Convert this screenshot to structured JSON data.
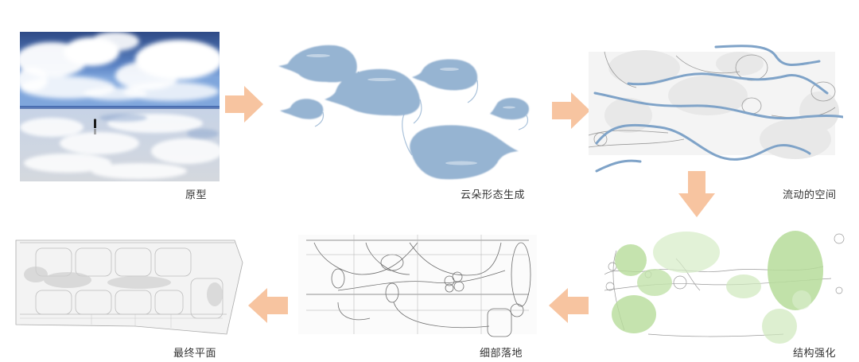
{
  "diagram": {
    "type": "process-flow",
    "colors": {
      "arrow": "#f7c4a0",
      "cloud_blue": "#96b4d2",
      "flow_line": "#7fa3c8",
      "green_fill": "#b6dc9a",
      "sketch_line": "#8a8a8a",
      "label_text": "#333333"
    },
    "steps": [
      {
        "id": "prototype",
        "label": "原型",
        "content": "photo of sky reflected on salt flat with lone walker"
      },
      {
        "id": "cloud-form",
        "label": "云朵形态生成",
        "content": "blue brush-stroke cloud shapes"
      },
      {
        "id": "flowing-space",
        "label": "流动的空间",
        "content": "sketch plan overlaid with blue flowing lines"
      },
      {
        "id": "structure",
        "label": "结构强化",
        "content": "sketch plan with green ellipses"
      },
      {
        "id": "detail",
        "label": "细部落地",
        "content": "detailed pencil sketch site plan"
      },
      {
        "id": "final-plan",
        "label": "最终平面",
        "content": "final masterplan drawing"
      }
    ],
    "arrows": [
      {
        "from": "prototype",
        "to": "cloud-form",
        "direction": "right"
      },
      {
        "from": "cloud-form",
        "to": "flowing-space",
        "direction": "right"
      },
      {
        "from": "flowing-space",
        "to": "structure",
        "direction": "down"
      },
      {
        "from": "structure",
        "to": "detail",
        "direction": "left"
      },
      {
        "from": "detail",
        "to": "final-plan",
        "direction": "left"
      }
    ]
  }
}
